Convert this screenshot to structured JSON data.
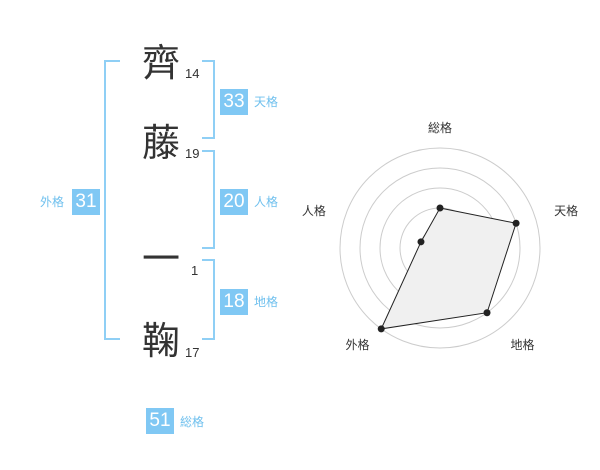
{
  "name": {
    "chars": [
      {
        "char": "齊",
        "strokes": "14"
      },
      {
        "char": "藤",
        "strokes": "19"
      },
      {
        "char": "一",
        "strokes": "1"
      },
      {
        "char": "鞠",
        "strokes": "17"
      }
    ]
  },
  "kaku": {
    "tenkaku": {
      "value": "33",
      "label": "天格"
    },
    "jinkaku": {
      "value": "20",
      "label": "人格"
    },
    "chikaku": {
      "value": "18",
      "label": "地格"
    },
    "gaikaku": {
      "value": "31",
      "label": "外格"
    },
    "soukaku": {
      "value": "51",
      "label": "総格"
    }
  },
  "chart_data": {
    "type": "radar",
    "axes": [
      "総格",
      "天格",
      "地格",
      "外格",
      "人格"
    ],
    "values": [
      2,
      4,
      4,
      5,
      1
    ],
    "rmax": 5,
    "rings": 5,
    "fill": "#f0f0f0",
    "line": "#222222",
    "grid": "#cccccc"
  }
}
